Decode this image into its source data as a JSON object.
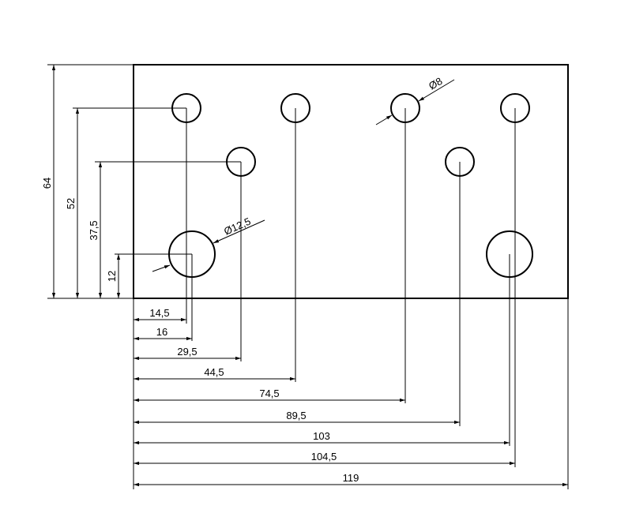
{
  "drawing": {
    "diameter_small": "Ø8",
    "diameter_large": "Ø12,5",
    "vertical_dims": [
      "64",
      "52",
      "37,5",
      "12"
    ],
    "horizontal_dims": [
      "14,5",
      "16",
      "29,5",
      "44,5",
      "74,5",
      "89,5",
      "103",
      "104,5",
      "119"
    ]
  }
}
